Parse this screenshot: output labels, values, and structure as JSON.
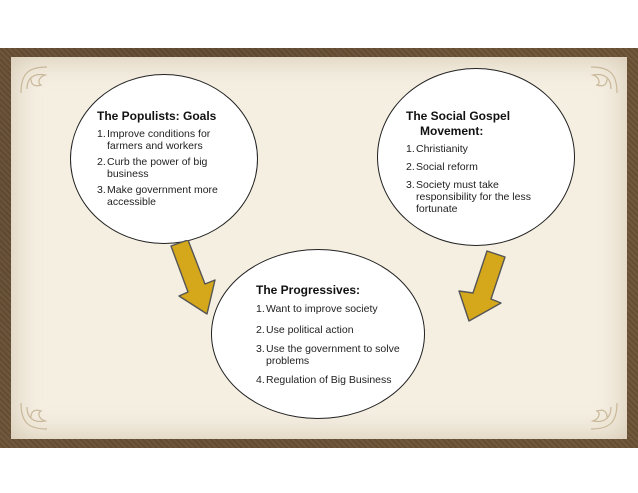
{
  "populists": {
    "title": "The Populists: Goals",
    "items": [
      {
        "num": "1.",
        "text": "Improve conditions for farmers and workers"
      },
      {
        "num": "2.",
        "text": "Curb the power of big business"
      },
      {
        "num": "3.",
        "text": "Make government more accessible"
      }
    ]
  },
  "social_gospel": {
    "title_line1": "The Social Gospel",
    "title_line2": "Movement:",
    "items": [
      {
        "num": "1.",
        "text": "Christianity"
      },
      {
        "num": "2.",
        "text": "Social reform"
      },
      {
        "num": "3.",
        "text": "Society must take responsibility for the less fortunate"
      }
    ]
  },
  "progressives": {
    "title": "The Progressives:",
    "items": [
      {
        "num": "1.",
        "text": "Want to improve society"
      },
      {
        "num": "2.",
        "text": "Use political action"
      },
      {
        "num": "3.",
        "text": "Use the government to solve problems"
      },
      {
        "num": "4.",
        "text": "Regulation of Big Business"
      }
    ]
  },
  "colors": {
    "frame": "#6b5236",
    "paper": "#f5efe2",
    "arrow_fill": "#d4a81a",
    "arrow_stroke": "#555555"
  },
  "icons": [
    "corner-flourish-icon",
    "down-arrow-icon"
  ]
}
